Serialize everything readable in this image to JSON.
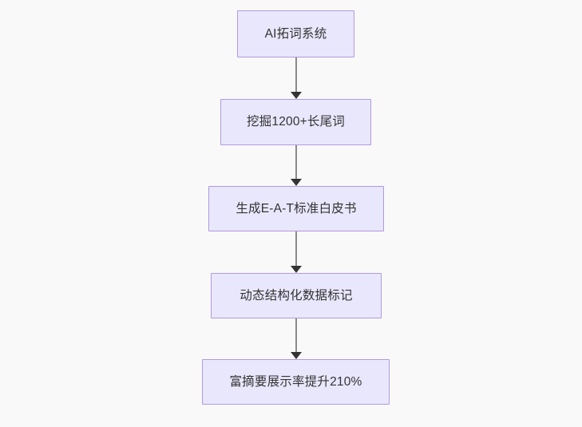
{
  "diagram": {
    "type": "flowchart",
    "direction": "top-to-bottom",
    "background_color": "#f9f9f9",
    "node_fill_color": "#e9e7fc",
    "node_border_color": "#b09ae0",
    "node_text_color": "#333333",
    "edge_line_color": "#8a8a8a",
    "edge_arrow_color": "#333333",
    "nodes": [
      {
        "id": "n1",
        "label": "AI拓词系统"
      },
      {
        "id": "n2",
        "label": "挖掘1200+长尾词"
      },
      {
        "id": "n3",
        "label": "生成E-A-T标准白皮书"
      },
      {
        "id": "n4",
        "label": "动态结构化数据标记"
      },
      {
        "id": "n5",
        "label": "富摘要展示率提升210%"
      }
    ],
    "edges": [
      {
        "from": "n1",
        "to": "n2"
      },
      {
        "from": "n2",
        "to": "n3"
      },
      {
        "from": "n3",
        "to": "n4"
      },
      {
        "from": "n4",
        "to": "n5"
      }
    ]
  }
}
